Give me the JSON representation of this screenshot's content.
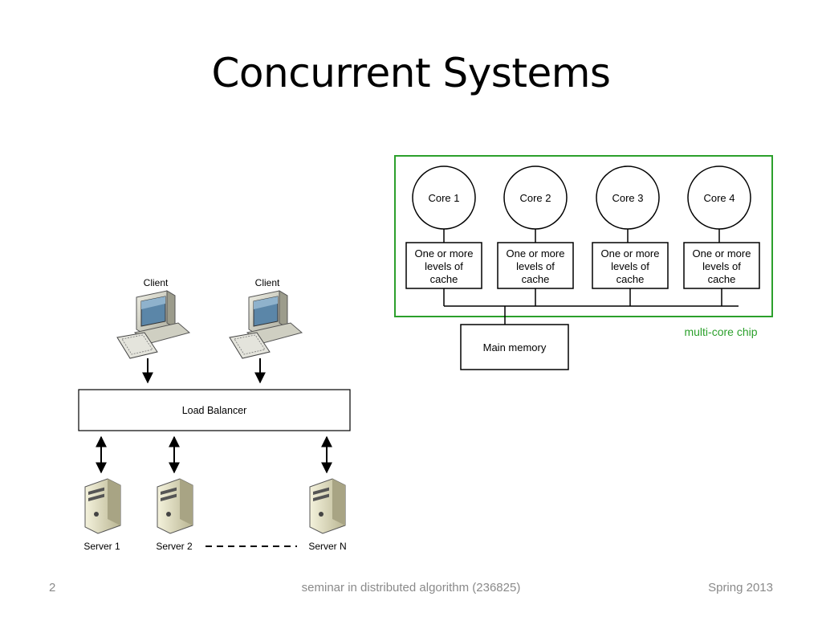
{
  "slide": {
    "title": "Concurrent Systems",
    "number": "2",
    "footer_center": "seminar in distributed algorithm (236825)",
    "footer_right": "Spring 2013"
  },
  "load_balancer_diagram": {
    "clients": [
      {
        "label": "Client"
      },
      {
        "label": "Client"
      }
    ],
    "balancer_label": "Load Balancer",
    "servers": [
      {
        "label": "Server 1"
      },
      {
        "label": "Server 2"
      },
      {
        "label": "Server N"
      }
    ]
  },
  "multicore_diagram": {
    "cores": [
      {
        "label": "Core 1",
        "cache": [
          "One or more",
          "levels of",
          "cache"
        ]
      },
      {
        "label": "Core 2",
        "cache": [
          "One or more",
          "levels of",
          "cache"
        ]
      },
      {
        "label": "Core 3",
        "cache": [
          "One or more",
          "levels of",
          "cache"
        ]
      },
      {
        "label": "Core 4",
        "cache": [
          "One or more",
          "levels of",
          "cache"
        ]
      }
    ],
    "memory_label": "Main memory",
    "chip_label": "multi-core chip",
    "chip_color": "#2ca02c"
  },
  "colors": {
    "line": "#000000",
    "footer_text": "#8a8a8a",
    "monitor_case": "#d8d8cc",
    "monitor_screen": "#5b86a8",
    "server_case": "#e8e4c8"
  }
}
